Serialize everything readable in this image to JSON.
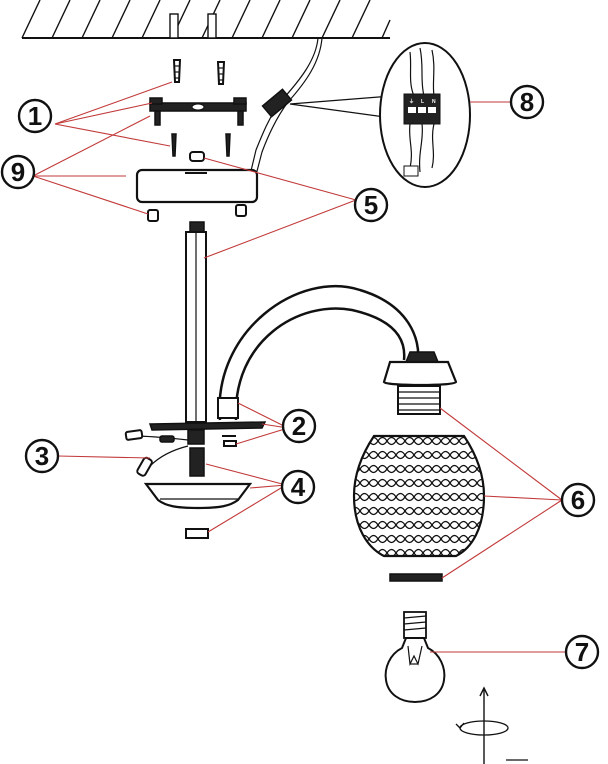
{
  "callouts": [
    {
      "id": "1",
      "label": "1"
    },
    {
      "id": "2",
      "label": "2"
    },
    {
      "id": "3",
      "label": "3"
    },
    {
      "id": "4",
      "label": "4"
    },
    {
      "id": "5",
      "label": "5"
    },
    {
      "id": "6",
      "label": "6"
    },
    {
      "id": "7",
      "label": "7"
    },
    {
      "id": "8",
      "label": "8"
    },
    {
      "id": "9",
      "label": "9"
    }
  ],
  "connector_marks": {
    "earth": "⏚",
    "line": "L",
    "neutral": "N"
  },
  "colors": {
    "leader": "#c23a3a",
    "ink": "#111111",
    "paper": "#ffffff"
  }
}
